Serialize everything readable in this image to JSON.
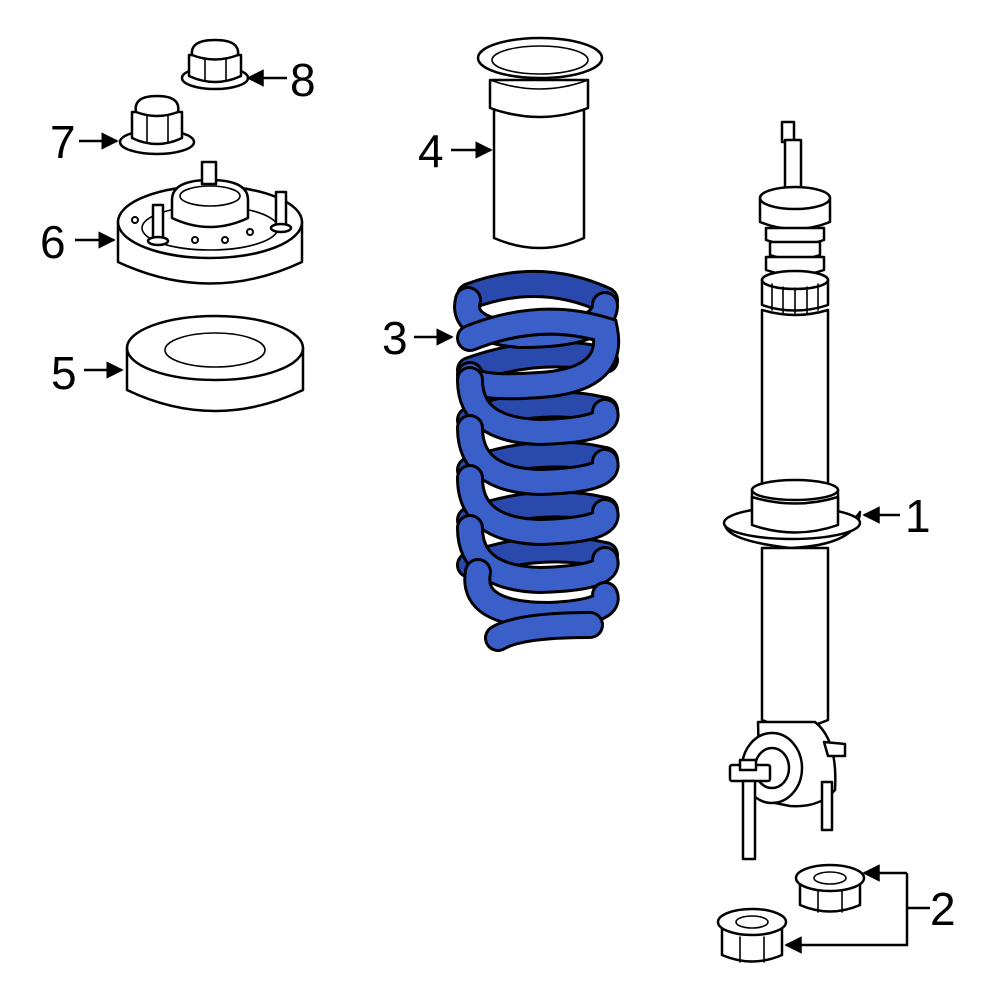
{
  "diagram": {
    "type": "exploded-parts-diagram",
    "highlight_color": "#3a5fc8",
    "highlighted_part": "3",
    "callouts": [
      {
        "id": "1",
        "label": "1"
      },
      {
        "id": "2",
        "label": "2"
      },
      {
        "id": "3",
        "label": "3"
      },
      {
        "id": "4",
        "label": "4"
      },
      {
        "id": "5",
        "label": "5"
      },
      {
        "id": "6",
        "label": "6"
      },
      {
        "id": "7",
        "label": "7"
      },
      {
        "id": "8",
        "label": "8"
      }
    ]
  }
}
